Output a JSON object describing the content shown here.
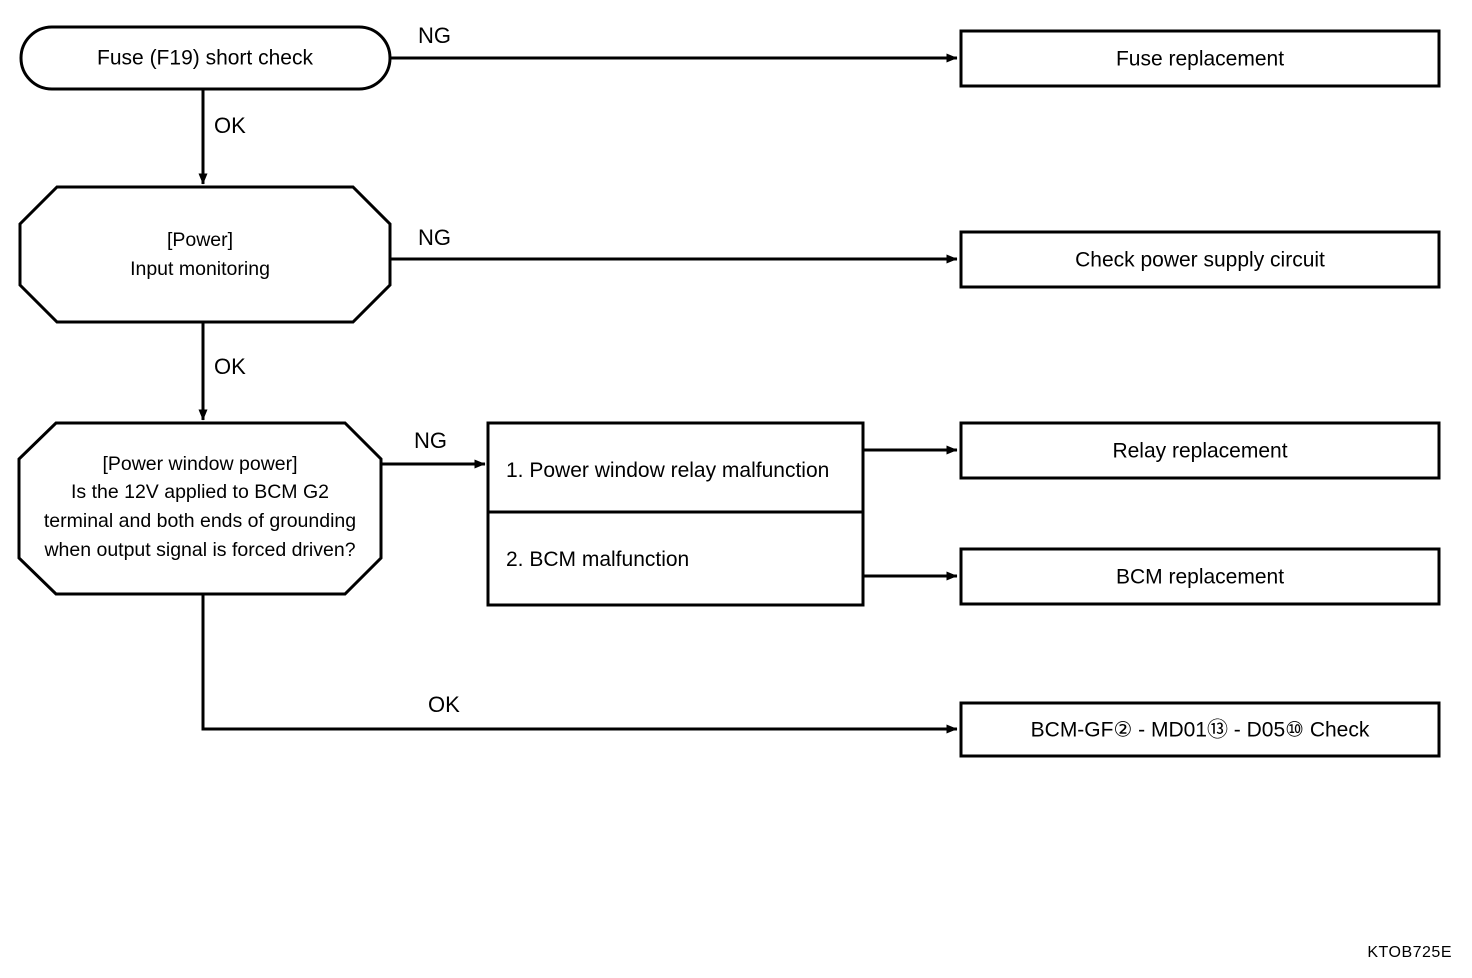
{
  "figure": {
    "code": "KTOB725E",
    "background": "#ffffff",
    "line_color": "#000000"
  },
  "nodes": {
    "fuse_check": {
      "shape": "stadium",
      "label": "Fuse (F19) short check"
    },
    "power_input": {
      "shape": "octagon",
      "line1": "[Power]",
      "line2": "Input monitoring"
    },
    "power_window": {
      "shape": "octagon",
      "line1": "[Power window power]",
      "line2": "Is the 12V applied to BCM G2",
      "line3": "terminal and both ends of grounding",
      "line4": "when output signal is forced driven?"
    },
    "cause_list": {
      "shape": "split-box",
      "item1": "1. Power window relay malfunction",
      "item2": "2. BCM malfunction"
    },
    "fuse_replacement": {
      "shape": "box",
      "label": "Fuse replacement"
    },
    "check_power_supply": {
      "shape": "box",
      "label": "Check power supply circuit"
    },
    "relay_replacement": {
      "shape": "box",
      "label": "Relay replacement"
    },
    "bcm_replacement": {
      "shape": "box",
      "label": "BCM replacement"
    },
    "bcm_gf_check": {
      "shape": "box",
      "label": "BCM-GF② - MD01⑬ - D05⑩  Check",
      "segments": {
        "part1": "BCM-GF",
        "circle1": "②",
        "sep1": " - ",
        "part2": "MD01",
        "circle2": "⑬",
        "sep2": " - ",
        "part3": "D05",
        "circle3": "⑩",
        "part4": "Check"
      }
    }
  },
  "edges": {
    "fuse_ng": "NG",
    "fuse_ok": "OK",
    "power_input_ng": "NG",
    "power_input_ok": "OK",
    "power_window_ng": "NG",
    "power_window_ok": "OK"
  }
}
